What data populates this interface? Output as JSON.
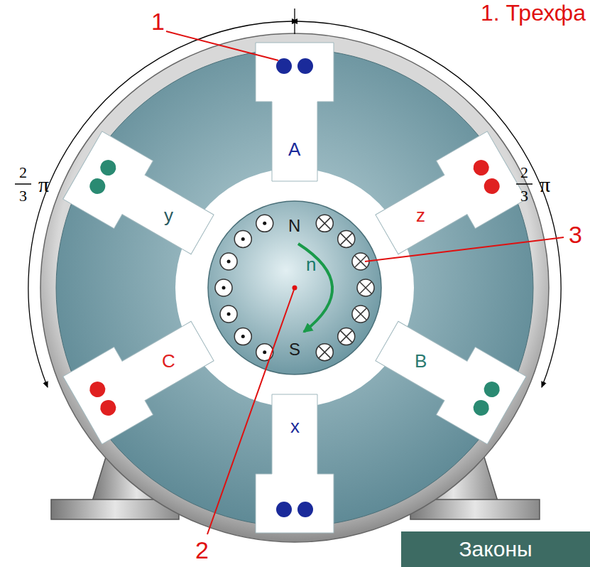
{
  "diagram": {
    "title": "1. Трехфа",
    "nodes": [
      {
        "text": [
          "Законы"
        ]
      }
    ],
    "labels": [
      "1",
      "2",
      "3",
      "A",
      "y",
      "z",
      "C",
      "B",
      "x",
      "N",
      "S",
      "n",
      "2",
      "3",
      "π",
      "2",
      "3",
      "π"
    ]
  }
}
